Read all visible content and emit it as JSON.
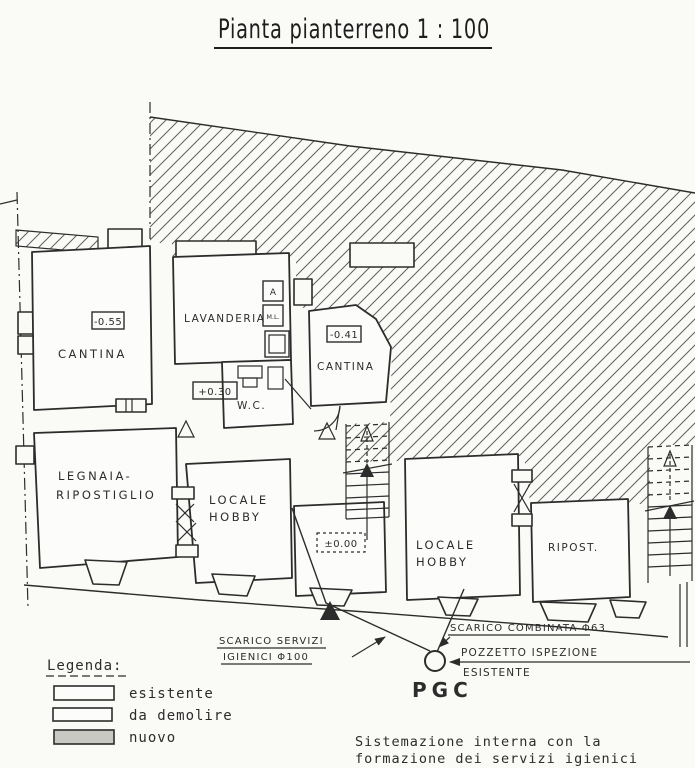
{
  "title": {
    "text": "Pianta pianterreno  1 : 100"
  },
  "rooms": {
    "cantina_left": {
      "label": "CANTINA",
      "level": "-0.55"
    },
    "lavanderia": {
      "label": "LAVANDERIA",
      "fixture_a": "A",
      "fixture_ml": "M.L."
    },
    "cantina_right": {
      "label": "CANTINA",
      "level": "-0.41"
    },
    "wc": {
      "label": "W.C.",
      "level": "+0.30"
    },
    "legnaia": {
      "label_line1": "LEGNAIA-",
      "label_line2": "RIPOSTIGLIO"
    },
    "hobby_left": {
      "label_line1": "LOCALE",
      "label_line2": "HOBBY"
    },
    "hall": {
      "level": "±0.00"
    },
    "hobby_right": {
      "label_line1": "LOCALE",
      "label_line2": "HOBBY"
    },
    "ripostiglio": {
      "label": "RIPOST."
    }
  },
  "annotations": {
    "scarico_servizi_line1": "SCARICO SERVIZI",
    "scarico_servizi_line2": "IGIENICI Φ100",
    "scarico_combinata": "SCARICO COMBINATA Φ63",
    "pozzetto_line1": "POZZETTO ISPEZIONE",
    "pozzetto_line2": "ESISTENTE",
    "pgc": "PGC"
  },
  "legend": {
    "title": "Legenda:",
    "items": [
      {
        "label": "esistente",
        "fill": "#fcfcfa"
      },
      {
        "label": "da demolire",
        "fill": "#fcfcfa"
      },
      {
        "label": "nuovo",
        "fill": "#c9c9c3"
      }
    ]
  },
  "caption": {
    "line1": "Sistemazione interna con la",
    "line2": "formazione dei servizi igienici"
  },
  "colors": {
    "paper": "#fafaf7",
    "ink": "#2c2c2c",
    "hatch": "#5f5f5f"
  }
}
